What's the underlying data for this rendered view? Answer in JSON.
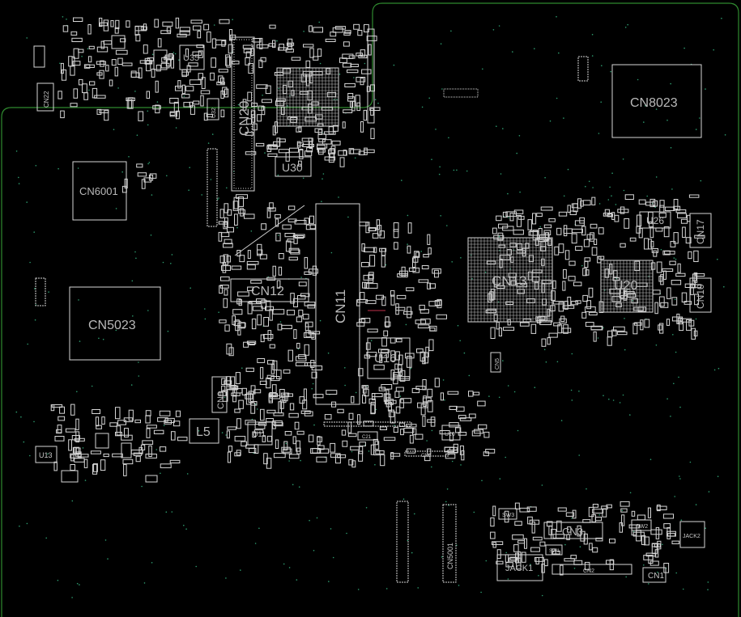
{
  "colors": {
    "background": "#000000",
    "outline": "#2f8a2f",
    "silkscreen": "#d6d6d6",
    "label": "#b9b9b9",
    "via": "#2e9c6f",
    "marker": "#c0304a"
  },
  "components": {
    "cn20": "CN20",
    "cn8023": "CN8023",
    "cn6001": "CN6001",
    "cn5023": "CN5023",
    "cn12": "CN12",
    "cn11": "CN11",
    "cn13": "CN13",
    "u16": "U16",
    "u30": "U30",
    "u35": "U35",
    "u20": "U20",
    "u26": "U26",
    "cn17": "CN17",
    "cn10": "CN10",
    "l5": "L5",
    "u11": "U11",
    "u13": "U13",
    "cn9": "CN9",
    "cn3": "CN3",
    "jack1": "JACK1",
    "cn2": "CN2",
    "cn1": "CN1",
    "jack2": "JACK2",
    "sw1": "SW1",
    "sw2": "SW2",
    "sw3": "SW3",
    "cn5001": "CN5001",
    "cn22": "CN22",
    "u32": "U32",
    "u10": "U10",
    "cn6": "CN6",
    "c21": "C21",
    "cn5": "CN5"
  }
}
